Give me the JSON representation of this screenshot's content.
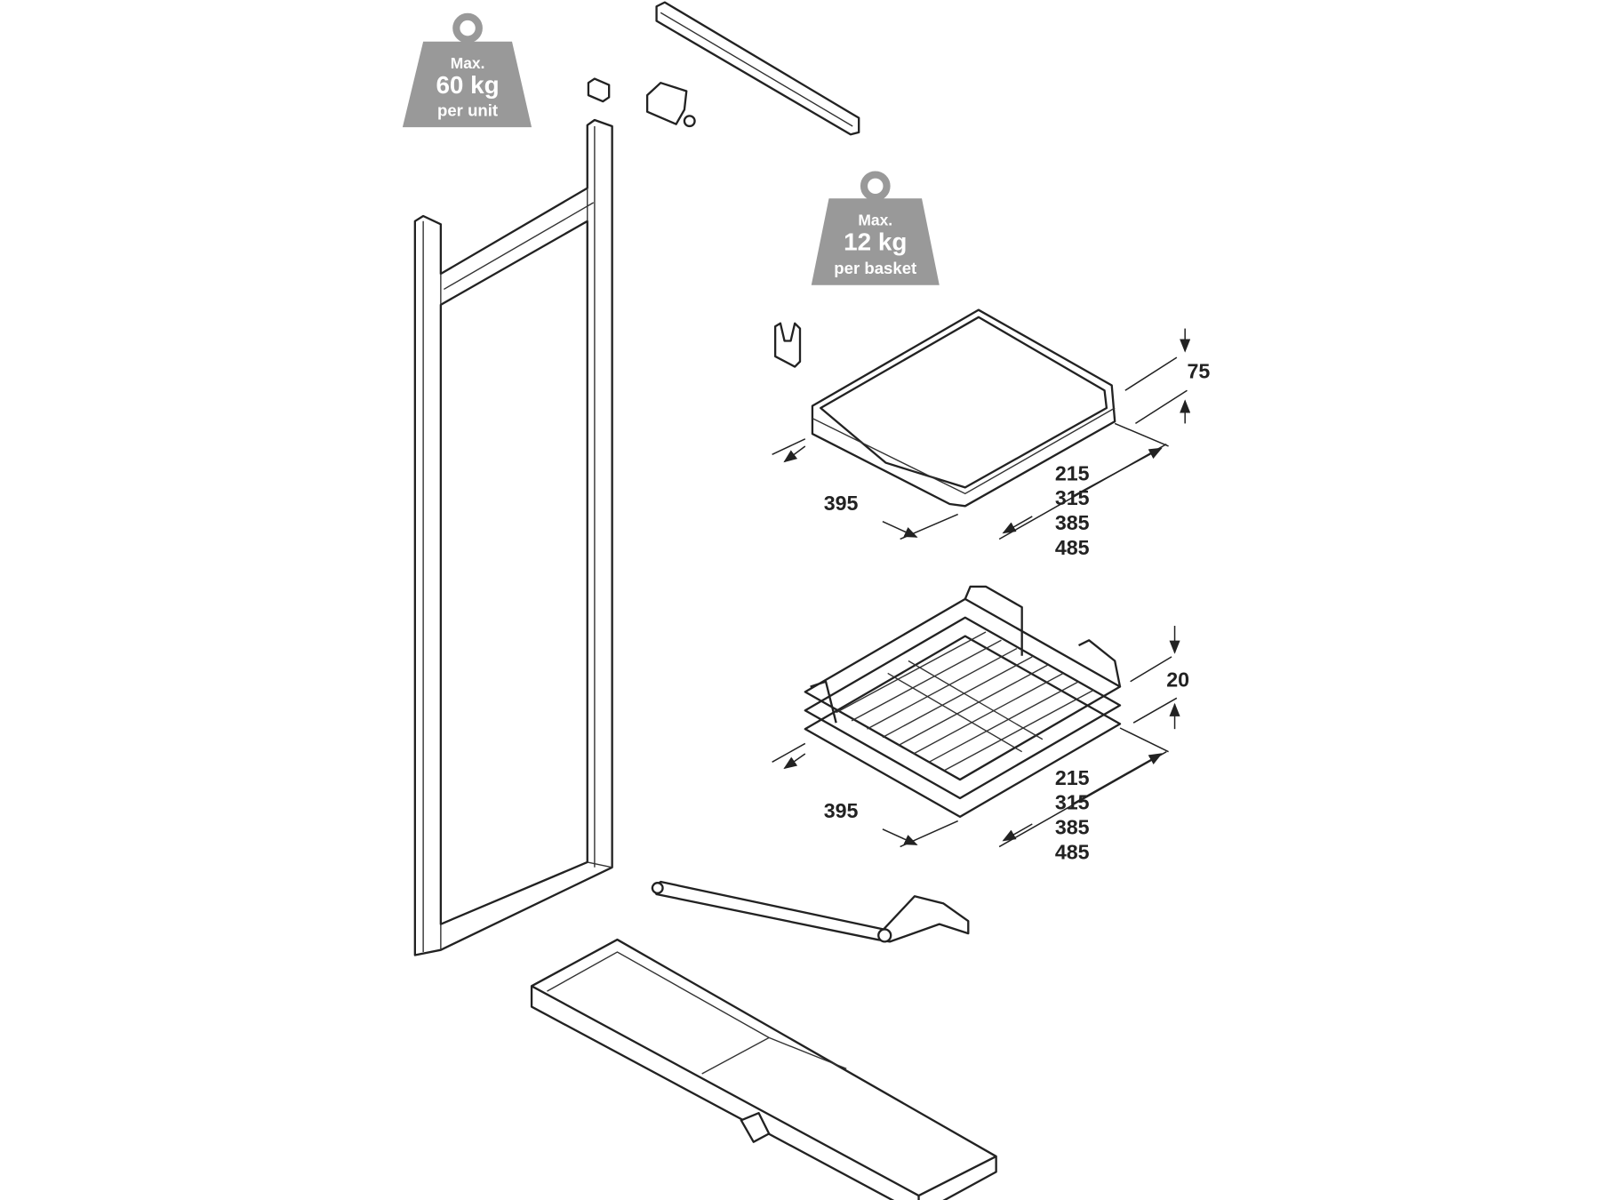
{
  "badges": {
    "unit": {
      "line1": "Max.",
      "line2": "60 kg",
      "line3": "per unit"
    },
    "basket": {
      "line1": "Max.",
      "line2": "12 kg",
      "line3": "per basket"
    }
  },
  "tray": {
    "height": "75",
    "depth": "395",
    "widths": [
      "215",
      "315",
      "385",
      "485"
    ]
  },
  "basket": {
    "height": "20",
    "depth": "395",
    "widths": [
      "215",
      "315",
      "385",
      "485"
    ]
  },
  "colors": {
    "badge": "#999999",
    "line": "#222222"
  }
}
